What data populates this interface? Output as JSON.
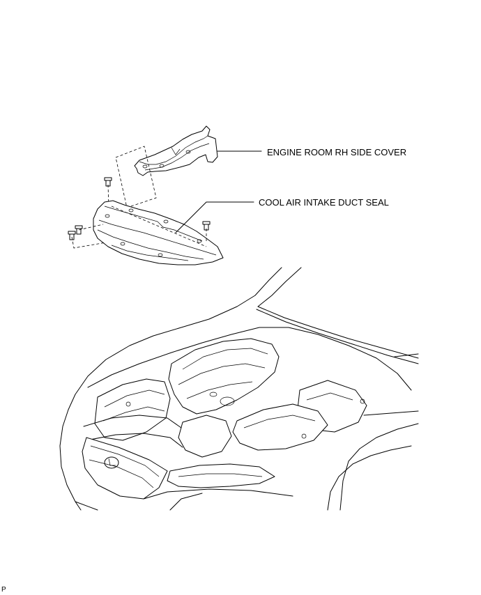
{
  "callouts": [
    {
      "label": "ENGINE ROOM RH SIDE COVER"
    },
    {
      "label": "COOL AIR INTAKE DUCT SEAL"
    }
  ],
  "figure_code": "P"
}
